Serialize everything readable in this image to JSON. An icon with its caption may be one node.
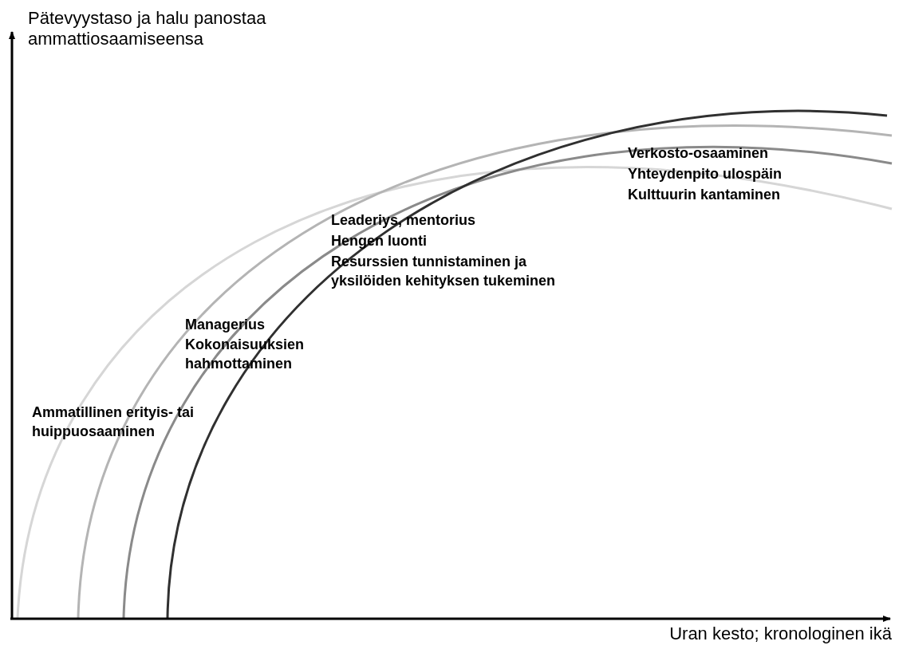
{
  "diagram": {
    "labels": [
      "Pätevyystaso ja halu panostaa ammattiosaamiseensa",
      "Verkosto-osaaminen",
      "Yhteydenpito ulospäin",
      "Kulttuurin kantaminen",
      "Leaderiys, mentorius",
      "Hengen luonti",
      "Resurssien tunnistaminen ja yksilöiden kehityksen tukeminen",
      "Managerius",
      "Kokonaisuuksien hahmottaminen",
      "Ammatillinen erityis- tai huippuosaaminen",
      "Uran kesto; kronologinen ikä"
    ]
  }
}
